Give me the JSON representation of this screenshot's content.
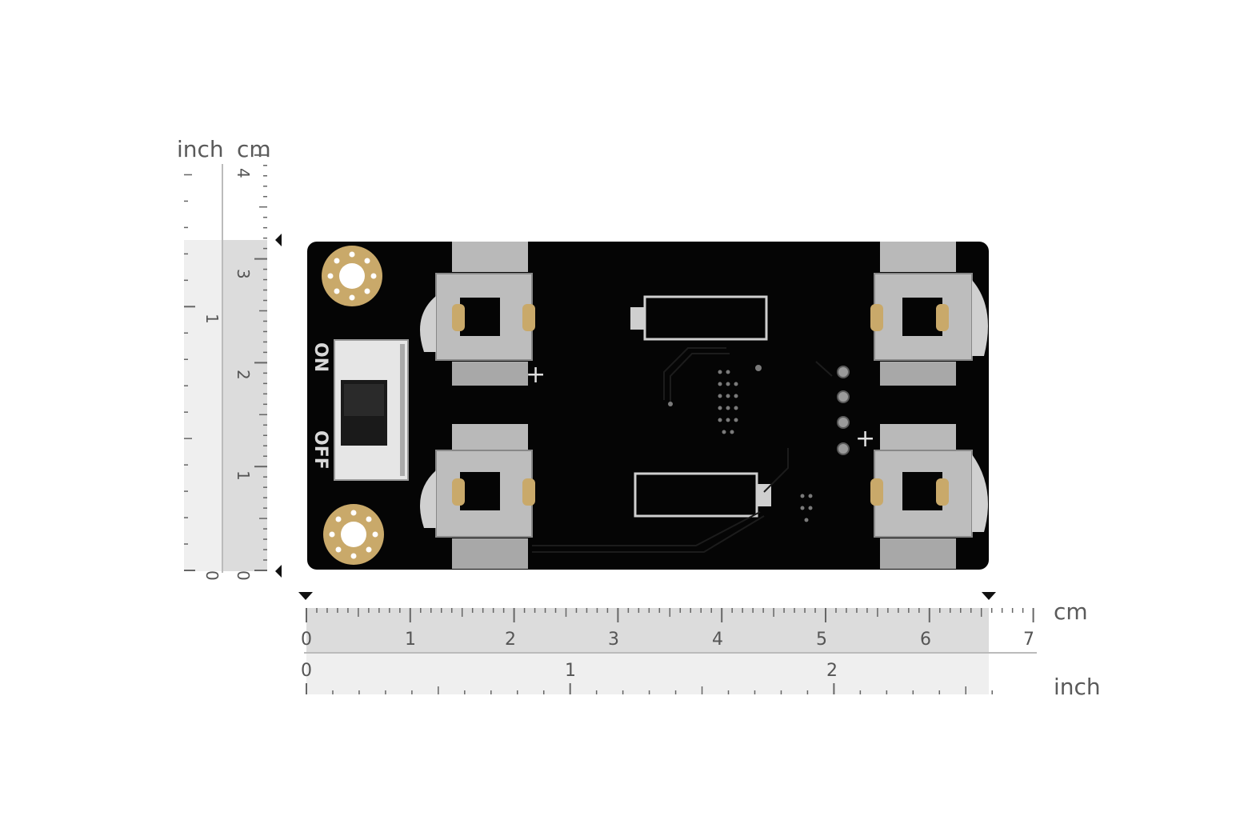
{
  "labels": {
    "inch_top": "inch",
    "cm_top": "cm",
    "cm_bottom": "cm",
    "inch_bottom": "inch"
  },
  "vertical_ruler": {
    "cm_ticks": [
      "0",
      "1",
      "2",
      "3",
      "4"
    ],
    "inch_ticks": [
      "0",
      "1"
    ]
  },
  "horizontal_ruler": {
    "cm_ticks": [
      "0",
      "1",
      "2",
      "3",
      "4",
      "5",
      "6",
      "7"
    ],
    "inch_ticks": [
      "0",
      "1",
      "2"
    ]
  },
  "board": {
    "switch_on": "ON",
    "switch_off": "OFF",
    "plus_left": "+",
    "plus_right": "+"
  },
  "colors": {
    "pcb": "#050505",
    "gold": "#c9a96a",
    "metal": "#b8b8b8",
    "ruler_fill": "#dcdcdc",
    "ruler_fill_light": "#efefef",
    "tick": "#666666"
  }
}
